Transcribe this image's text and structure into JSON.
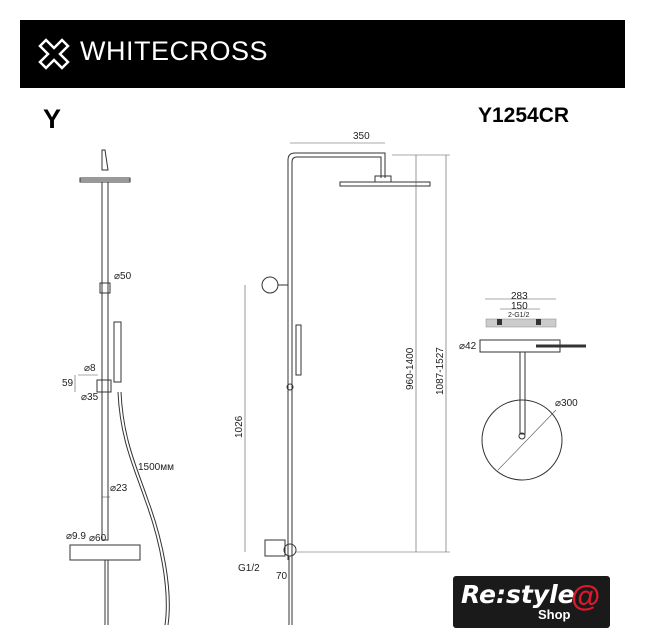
{
  "header": {
    "brand": "WHITECROSS",
    "brand_icon": "cross-logo-icon"
  },
  "series_letter": "Y",
  "model": "Y1254CR",
  "front_view": {
    "labels": {
      "d50": "⌀50",
      "d8": "⌀8",
      "h59": "59",
      "d35": "⌀35",
      "hose": "1500мм",
      "d23": "⌀23",
      "d9_9": "⌀9.9",
      "d60": "⌀60"
    }
  },
  "side_view": {
    "labels": {
      "arm": "350",
      "h1": "960-1400",
      "h2": "1087-1527",
      "h1026": "1026",
      "g12": "G1/2",
      "d70": "70"
    }
  },
  "top_view": {
    "labels": {
      "w283": "283",
      "w150": "150",
      "inlet": "2-G1/2",
      "d42": "⌀42",
      "d300": "⌀300"
    }
  },
  "shop_logo": {
    "main": "Re:style",
    "sub": "Shop",
    "accent": "@",
    "accent_color": "#e0182d"
  }
}
